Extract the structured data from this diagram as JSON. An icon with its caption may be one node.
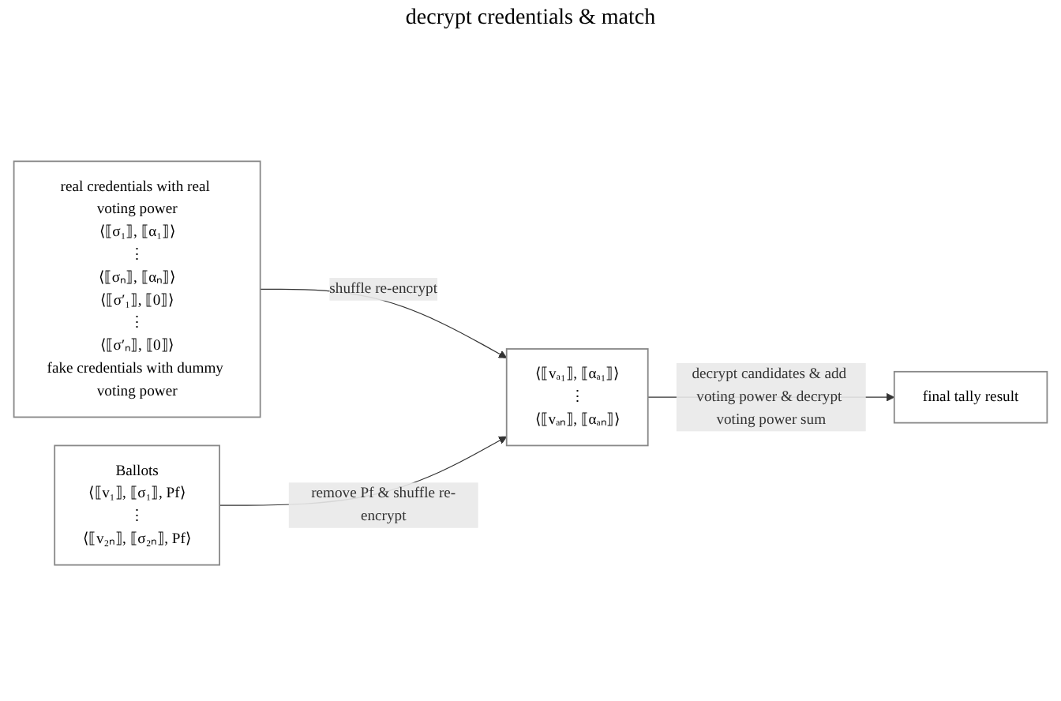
{
  "diagram": {
    "nodes": [
      {
        "text": [
          "real credentials with real voting power",
          "⟨⟦σ₁⟧, ⟦α₁⟧⟩",
          "⋮",
          "⟨⟦σₙ⟧, ⟦αₙ⟧⟩",
          "⟨⟦σ′₁⟧, ⟦0⟧⟩",
          "⋮",
          "⟨⟦σ′ₙ⟧, ⟦0⟧⟩",
          "fake credentials with dummy voting power"
        ]
      },
      {
        "text": [
          "Ballots",
          "⟨⟦v₁⟧, ⟦σ₁⟧, Pf⟩",
          "⋮",
          "⟨⟦v₂ₙ⟧, ⟦σ₂ₙ⟧, Pf⟩"
        ]
      },
      {
        "text": [
          "⟨⟦vₐ₁⟧, ⟦αₐ₁⟧⟩",
          "⋮",
          "⟨⟦vₐₙ⟧, ⟦αₐₙ⟧⟩"
        ]
      },
      {
        "text": [
          "final tally result"
        ]
      }
    ],
    "edges": [
      {
        "from": 0,
        "to": 2,
        "arrow": "to",
        "label": "shuffle re-encrypt"
      },
      {
        "from": 1,
        "to": 2,
        "arrow": "to",
        "label": "remove Pf & shuffle re-encrypt"
      },
      {
        "from": 2,
        "to": 3,
        "arrow": "to",
        "label": "decrypt candidates & add voting power & decrypt voting power sum"
      }
    ],
    "labels": [
      "decrypt credentials & match"
    ]
  }
}
